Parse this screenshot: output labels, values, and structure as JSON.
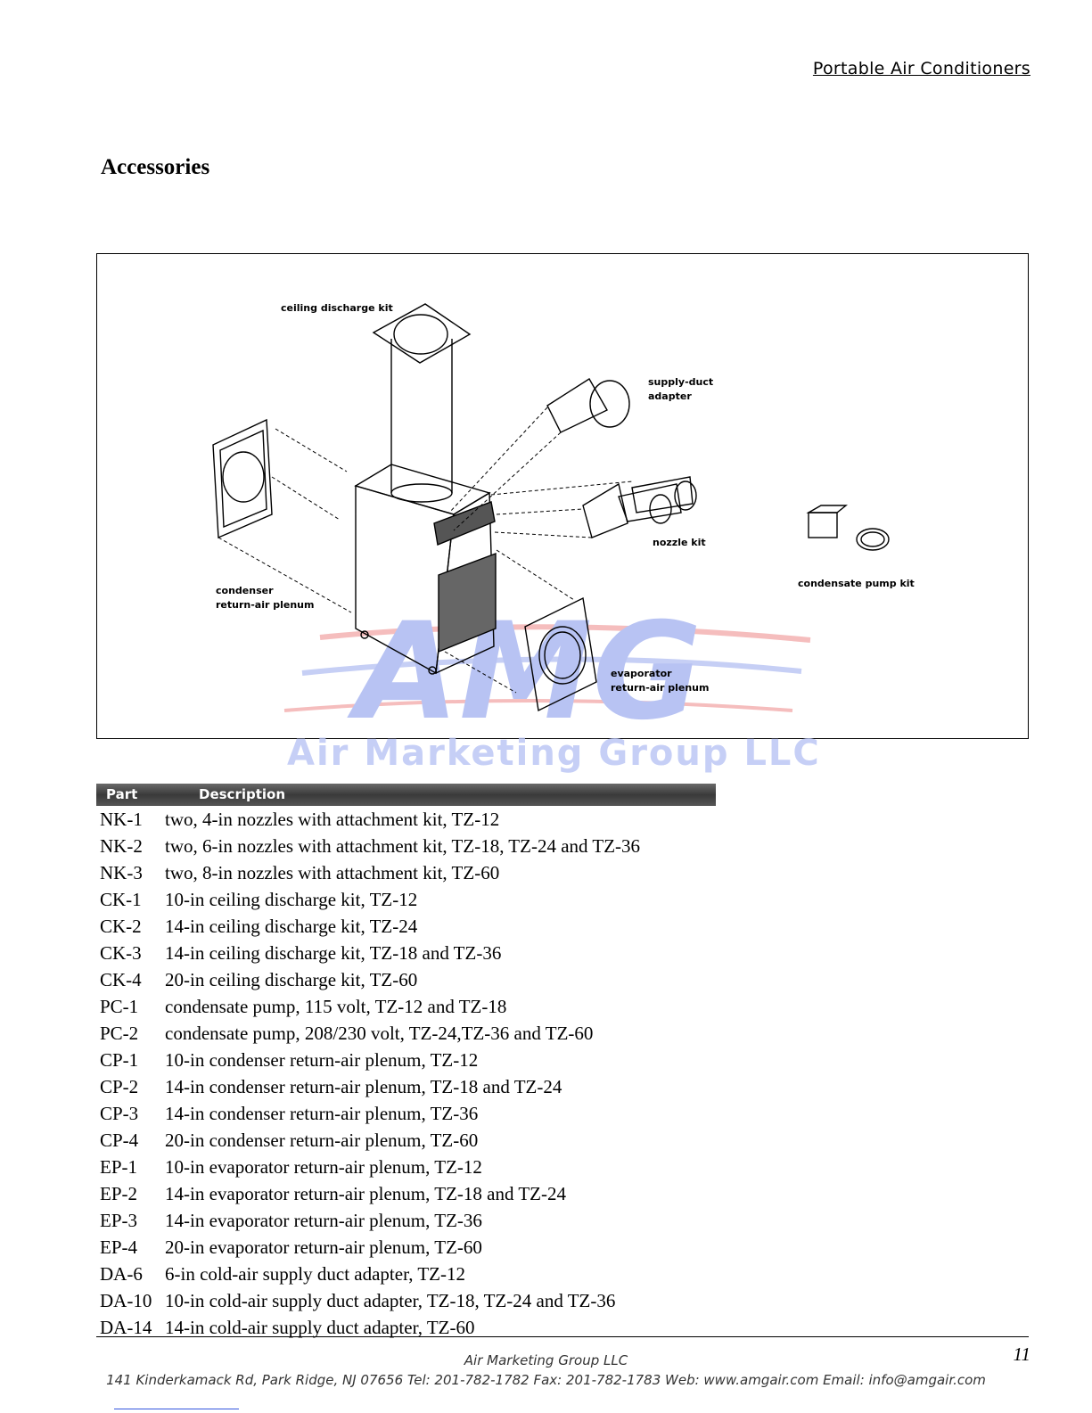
{
  "header": {
    "title": "Portable Air Conditioners"
  },
  "section": {
    "heading": "Accessories"
  },
  "figure": {
    "labels": {
      "ceiling_discharge_kit": "ceiling discharge kit",
      "supply_duct_adapter": "supply-duct\nadapter",
      "nozzle_kit": "nozzle kit",
      "condensate_pump_kit": "condensate pump kit",
      "condenser_plenum": "condenser\nreturn-air plenum",
      "evaporator_plenum": "evaporator\nreturn-air plenum"
    },
    "watermark": {
      "text": "Air Marketing Group LLC",
      "logo": "AMG"
    }
  },
  "table": {
    "headers": {
      "part": "Part",
      "description": "Description"
    },
    "rows": [
      {
        "part": "NK-1",
        "description": "two, 4-in nozzles with attachment kit, TZ-12"
      },
      {
        "part": "NK-2",
        "description": "two, 6-in nozzles with attachment kit, TZ-18, TZ-24 and TZ-36"
      },
      {
        "part": "NK-3",
        "description": "two, 8-in nozzles with attachment kit, TZ-60"
      },
      {
        "part": "CK-1",
        "description": "10-in ceiling discharge kit, TZ-12"
      },
      {
        "part": "CK-2",
        "description": "14-in ceiling discharge kit, TZ-24"
      },
      {
        "part": "CK-3",
        "description": "14-in ceiling discharge kit, TZ-18 and TZ-36"
      },
      {
        "part": "CK-4",
        "description": "20-in ceiling discharge kit, TZ-60"
      },
      {
        "part": "PC-1",
        "description": "condensate pump, 115 volt, TZ-12 and TZ-18"
      },
      {
        "part": "PC-2",
        "description": "condensate pump, 208/230 volt, TZ-24,TZ-36 and TZ-60"
      },
      {
        "part": "CP-1",
        "description": "10-in condenser return-air plenum, TZ-12"
      },
      {
        "part": "CP-2",
        "description": "14-in condenser return-air plenum, TZ-18 and TZ-24"
      },
      {
        "part": "CP-3",
        "description": "14-in condenser return-air plenum, TZ-36"
      },
      {
        "part": "CP-4",
        "description": "20-in condenser return-air plenum, TZ-60"
      },
      {
        "part": "EP-1",
        "description": "10-in evaporator return-air plenum, TZ-12"
      },
      {
        "part": "EP-2",
        "description": "14-in evaporator return-air plenum, TZ-18 and TZ-24"
      },
      {
        "part": "EP-3",
        "description": "14-in evaporator return-air plenum, TZ-36"
      },
      {
        "part": "EP-4",
        "description": "20-in evaporator return-air plenum, TZ-60"
      },
      {
        "part": "DA-6",
        "description": "6-in cold-air supply duct adapter, TZ-12"
      },
      {
        "part": "DA-10",
        "description": "10-in cold-air supply duct adapter, TZ-18, TZ-24 and TZ-36"
      },
      {
        "part": "DA-14",
        "description": "14-in cold-air supply duct adapter, TZ-60"
      }
    ]
  },
  "footer": {
    "company": "Air Marketing Group LLC",
    "address": "141 Kinderkamack Rd, Park Ridge, NJ 07656  Tel: 201-782-1782  Fax: 201-782-1783 Web: www.amgair.com Email: info@amgair.com",
    "page_number": "11"
  }
}
